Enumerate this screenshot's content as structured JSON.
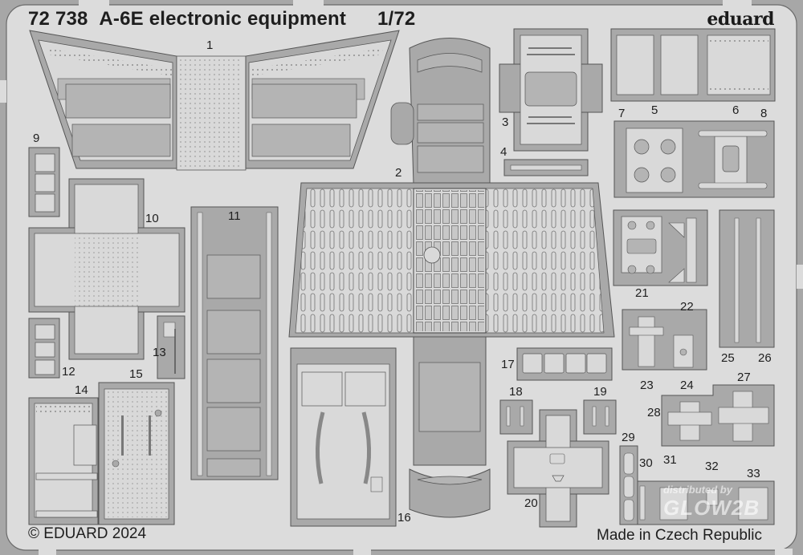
{
  "sheet": {
    "product_number": "72 738",
    "title": "A-6E electronic equipment",
    "scale": "1/72",
    "brand": "eduard",
    "copyright": "© EDUARD 2024",
    "origin": "Made in Czech Republic",
    "watermark_top": "distributed by",
    "watermark_bottom": "GLOW2B"
  },
  "colors": {
    "background": "#dcdcdc",
    "fret": "#a9a9a9",
    "part_light": "#d9d9d9",
    "part_dark": "#b4b4b4",
    "outline": "#555555",
    "text": "#1e1e1e"
  },
  "part_numbers": [
    "1",
    "2",
    "3",
    "4",
    "5",
    "6",
    "7",
    "8",
    "9",
    "10",
    "11",
    "12",
    "13",
    "14",
    "15",
    "16",
    "17",
    "18",
    "19",
    "20",
    "21",
    "22",
    "23",
    "24",
    "25",
    "26",
    "27",
    "28",
    "29",
    "30",
    "31",
    "32",
    "33"
  ]
}
